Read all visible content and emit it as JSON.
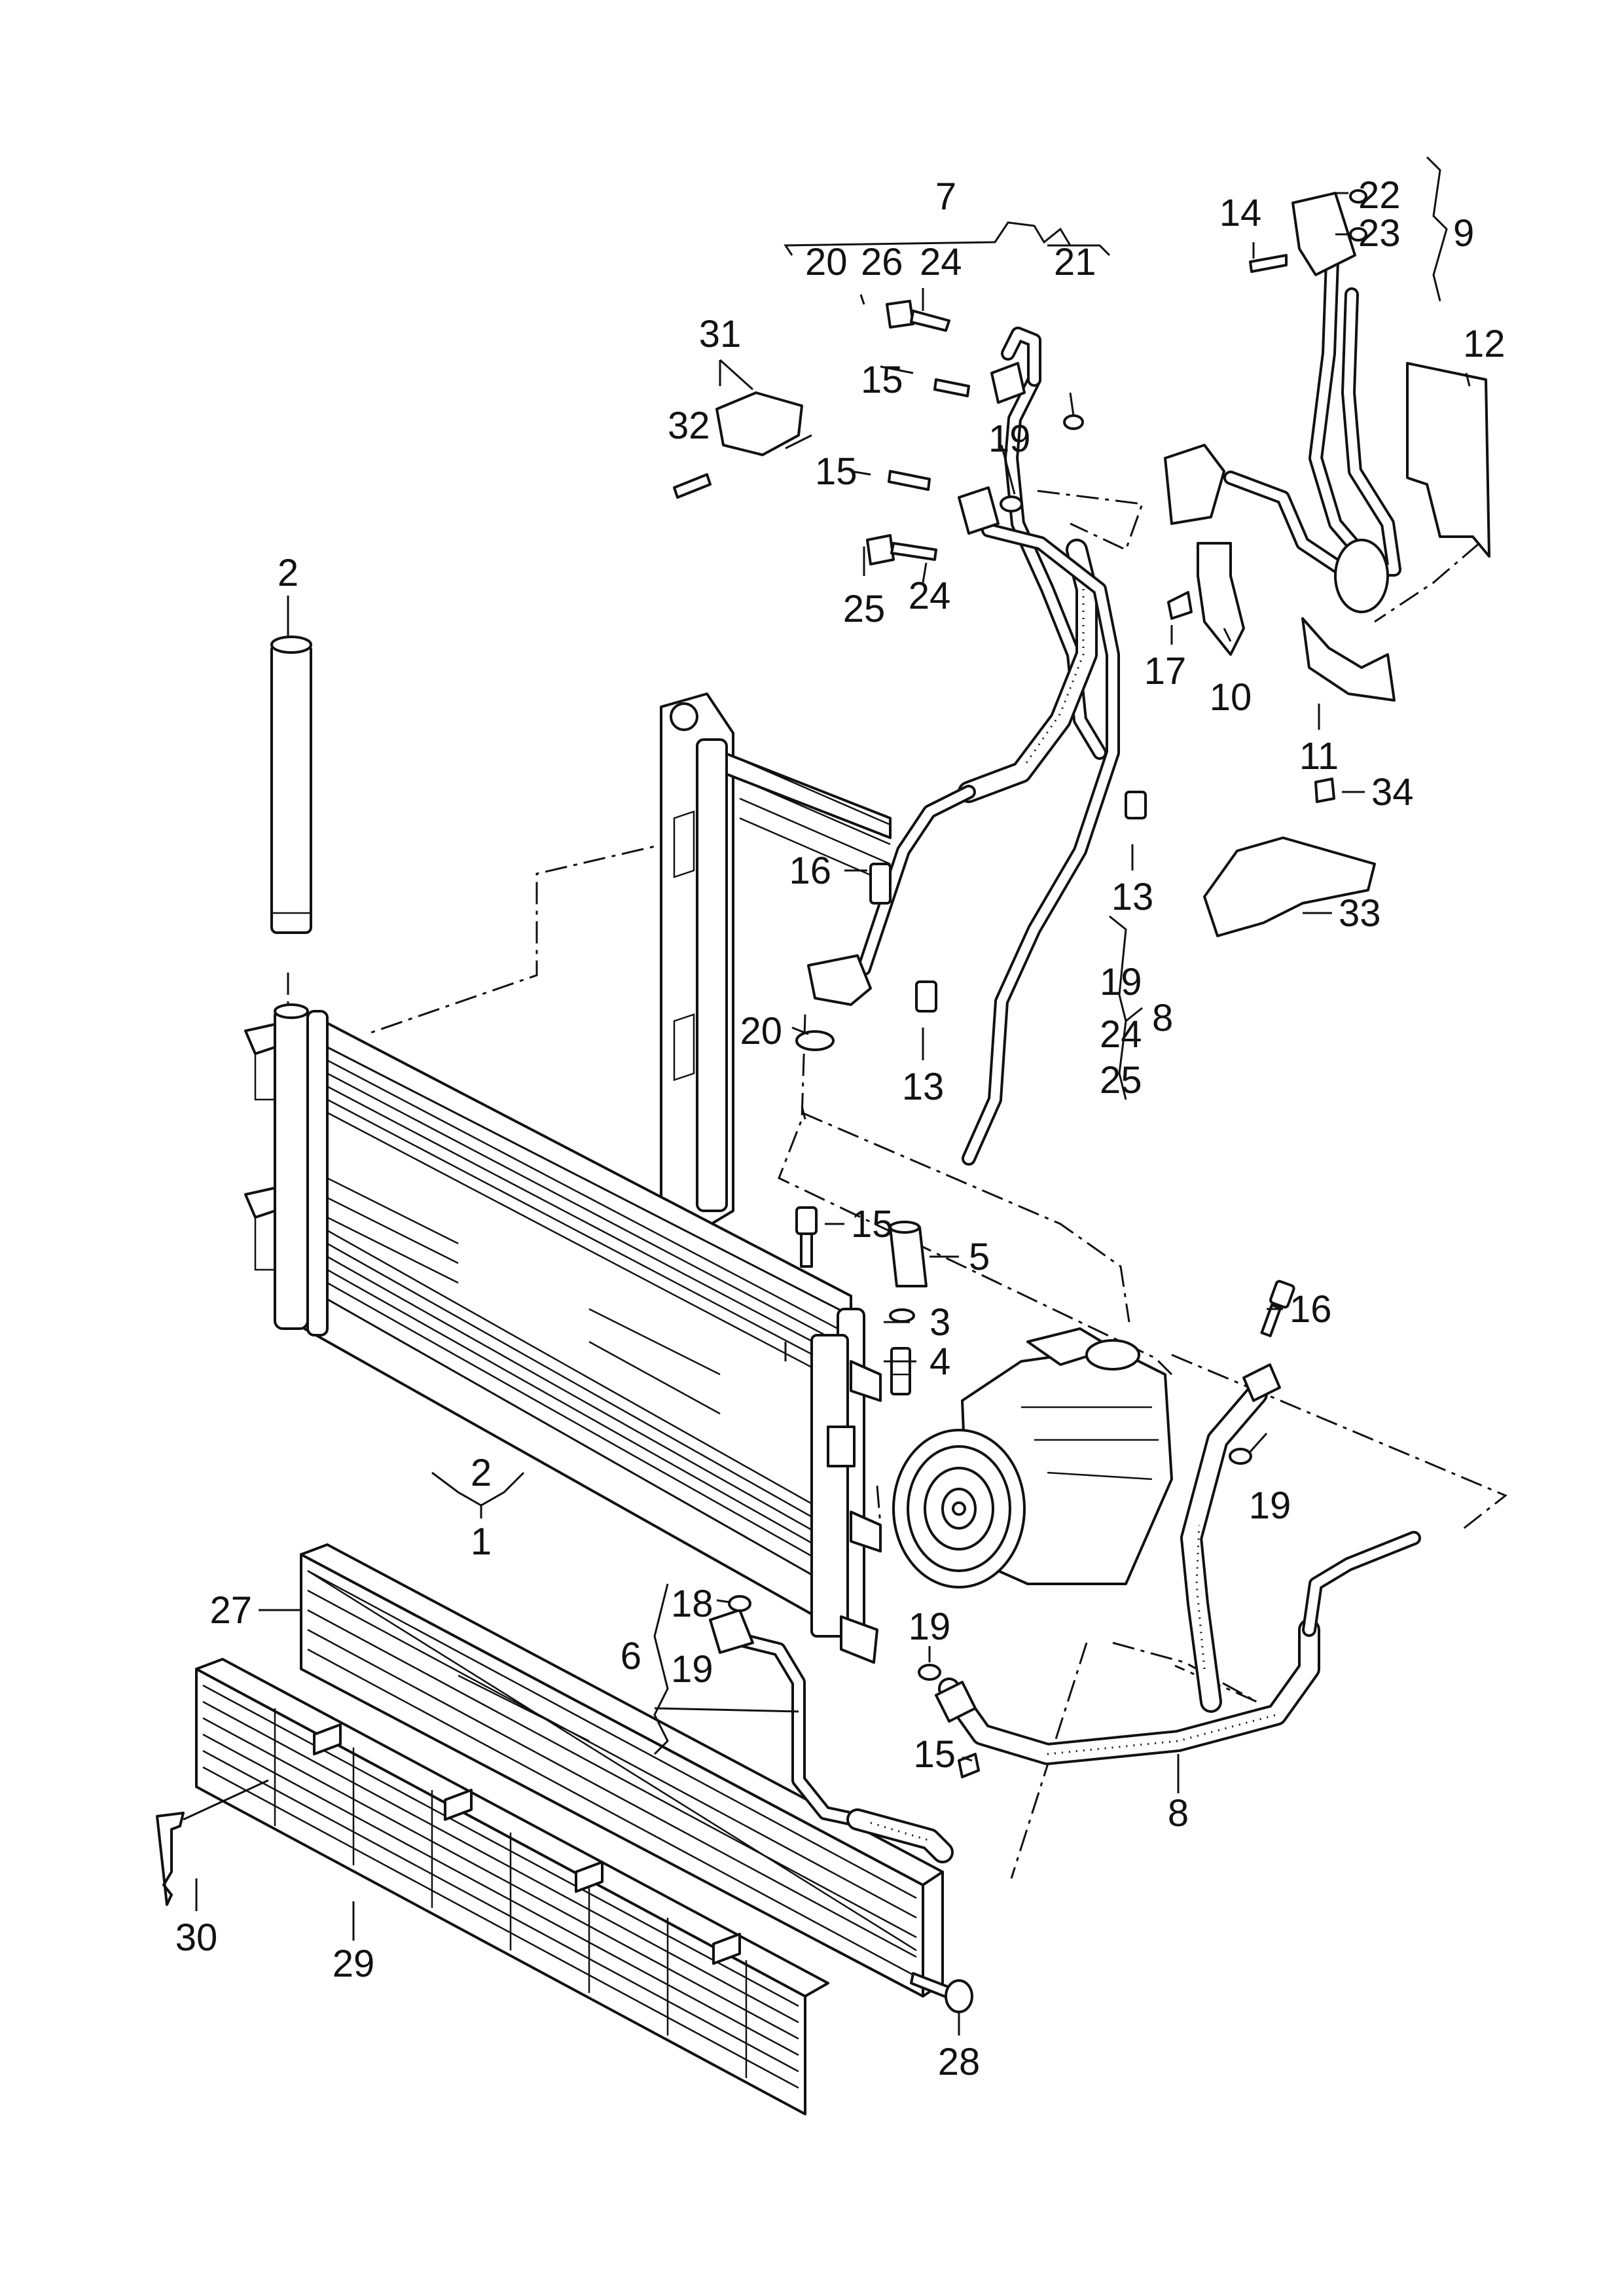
{
  "callouts": {
    "c1": "1",
    "c2a": "2",
    "c2b": "2",
    "c3": "3",
    "c4": "4",
    "c5": "5",
    "c6": "6",
    "c7": "7",
    "c8a": "8",
    "c8b": "8",
    "c9": "9",
    "c10": "10",
    "c11": "11",
    "c12": "12",
    "c13a": "13",
    "c13b": "13",
    "c14": "14",
    "c15a": "15",
    "c15b": "15",
    "c15c": "15",
    "c15d": "15",
    "c16a": "16",
    "c16b": "16",
    "c17": "17",
    "c18": "18",
    "c19a": "19",
    "c19b": "19",
    "c19c": "19",
    "c19d": "19",
    "c19e": "19",
    "c20a": "20",
    "c20b": "20",
    "c21": "21",
    "c22": "22",
    "c23": "23",
    "c24a": "24",
    "c24b": "24",
    "c24c": "24",
    "c25a": "25",
    "c25b": "25",
    "c26": "26",
    "c27": "27",
    "c28": "28",
    "c29": "29",
    "c30": "30",
    "c31": "31",
    "c32": "32",
    "c33": "33",
    "c34": "34"
  }
}
